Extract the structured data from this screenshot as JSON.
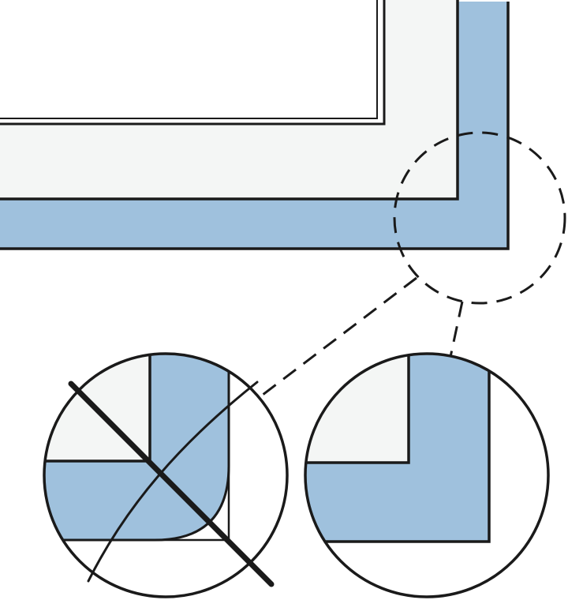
{
  "colors": {
    "background": "#ffffff",
    "stroke": "#1a1a1a",
    "inner_fill": "#f4f6f5",
    "outer_fill": "#9fc1dd"
  },
  "detail_callout": {
    "style": "dashed circle"
  },
  "details": [
    {
      "id": "incorrect",
      "marked": "crossed-out",
      "corner": "rounded"
    },
    {
      "id": "correct",
      "marked": "none",
      "corner": "square"
    }
  ]
}
